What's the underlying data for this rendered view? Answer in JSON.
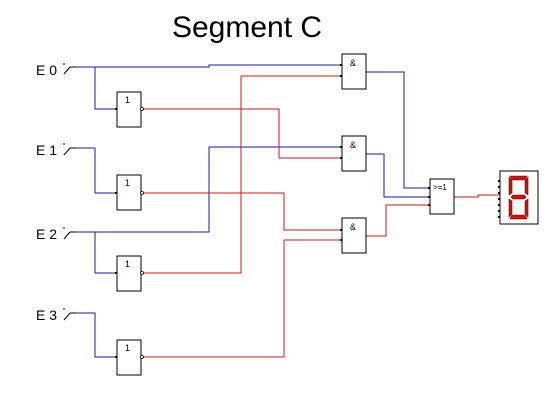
{
  "title": "Segment C",
  "inputs": [
    {
      "id": "e0",
      "label": "E 0"
    },
    {
      "id": "e1",
      "label": "E 1"
    },
    {
      "id": "e2",
      "label": "E 2"
    },
    {
      "id": "e3",
      "label": "E 3"
    }
  ],
  "gates": {
    "not_label": "1",
    "and_label": "&",
    "or_label": ">=1"
  },
  "colors": {
    "wire_high": "#1a1aa6",
    "wire_low": "#cc1a1a",
    "segment_on": "#d01010",
    "display_bg": "#ffffff"
  }
}
